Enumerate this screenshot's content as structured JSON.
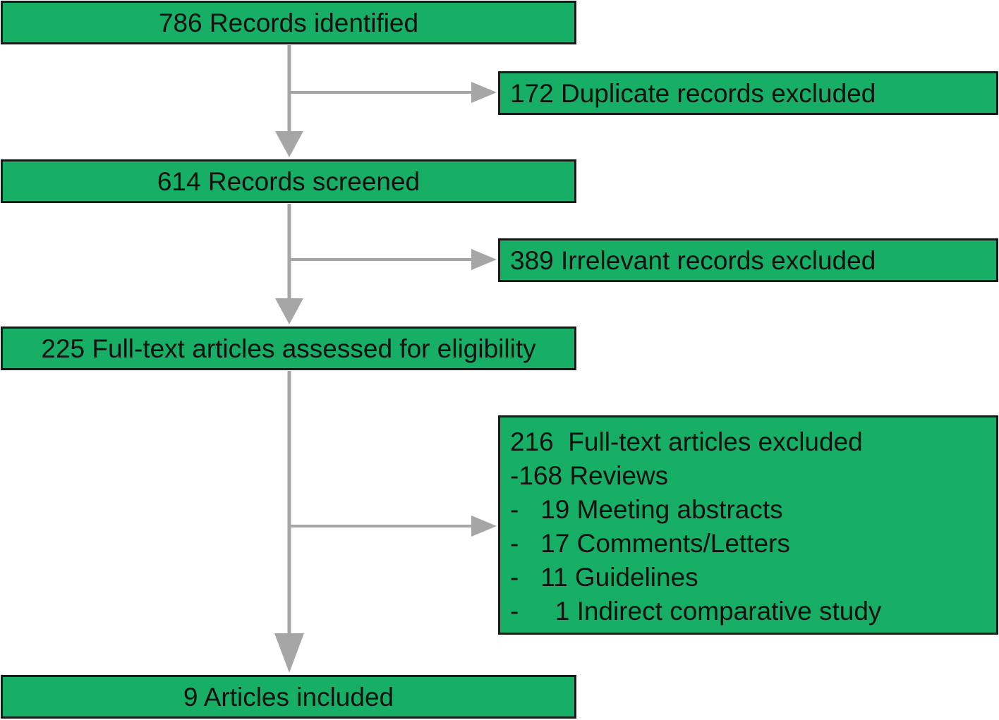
{
  "flow": {
    "identified": "786 Records identified",
    "screened": "614 Records screened",
    "assessed": "225 Full-text articles assessed for eligibility",
    "included": "9 Articles included"
  },
  "exclusions": {
    "duplicates": "172  Duplicate records excluded",
    "irrelevant": "389  Irrelevant records excluded",
    "fulltext": {
      "title": "216  Full-text articles excluded",
      "reasons": [
        "-168 Reviews",
        "-   19 Meeting abstracts",
        "-   17 Comments/Letters",
        "-   11 Guidelines",
        "-     1 Indirect comparative study"
      ]
    }
  },
  "colors": {
    "box_fill": "#17ae65",
    "box_border": "#1a1a1a",
    "arrow": "#a6a6a6"
  }
}
